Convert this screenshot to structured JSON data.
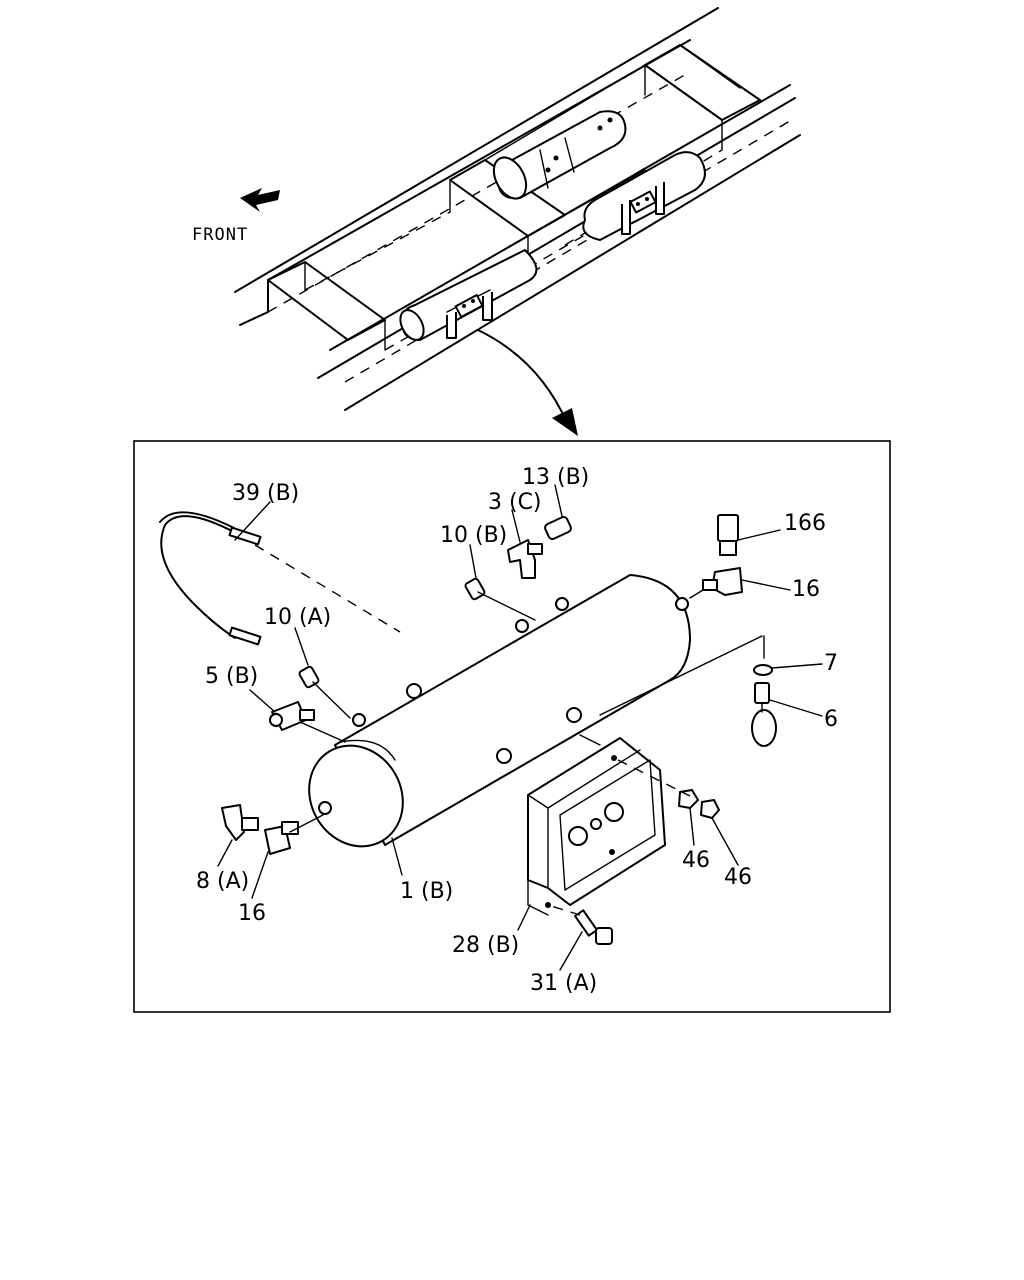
{
  "overview": {
    "direction_label": "FRONT"
  },
  "callouts": [
    {
      "id": "39b",
      "text": "39 (B)"
    },
    {
      "id": "13b",
      "text": "13 (B)"
    },
    {
      "id": "3c",
      "text": "3 (C)"
    },
    {
      "id": "10b",
      "text": "10 (B)"
    },
    {
      "id": "166",
      "text": "166"
    },
    {
      "id": "16-right",
      "text": "16"
    },
    {
      "id": "10a",
      "text": "10 (A)"
    },
    {
      "id": "7",
      "text": "7"
    },
    {
      "id": "5b",
      "text": "5 (B)"
    },
    {
      "id": "6",
      "text": "6"
    },
    {
      "id": "8a",
      "text": "8 (A)"
    },
    {
      "id": "16-left",
      "text": "16"
    },
    {
      "id": "1b",
      "text": "1 (B)"
    },
    {
      "id": "46-left",
      "text": "46"
    },
    {
      "id": "46-right",
      "text": "46"
    },
    {
      "id": "28b",
      "text": "28 (B)"
    },
    {
      "id": "31a",
      "text": "31 (A)"
    }
  ]
}
